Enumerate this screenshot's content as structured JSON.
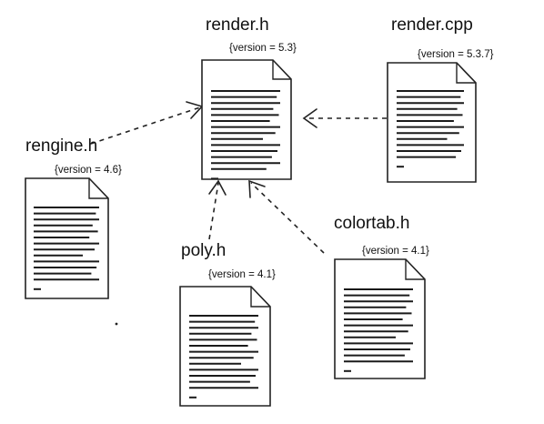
{
  "diagram": {
    "main_file": {
      "name": "render.h",
      "version_tag": "{version = 5.3}"
    },
    "files": [
      {
        "id": "render-cpp",
        "name": "render.cpp",
        "version_tag": "{version = 5.3.7}"
      },
      {
        "id": "rengine-h",
        "name": "rengine.h",
        "version_tag": "{version = 4.6}"
      },
      {
        "id": "poly-h",
        "name": "poly.h",
        "version_tag": "{version = 4.1}"
      },
      {
        "id": "colortab-h",
        "name": "colortab.h",
        "version_tag": "{version = 4.1}"
      }
    ],
    "dependencies": [
      {
        "from": "render-cpp",
        "to": "render.h"
      },
      {
        "from": "rengine-h",
        "to": "render.h"
      },
      {
        "from": "poly-h",
        "to": "render.h"
      },
      {
        "from": "colortab-h",
        "to": "render.h"
      }
    ]
  }
}
